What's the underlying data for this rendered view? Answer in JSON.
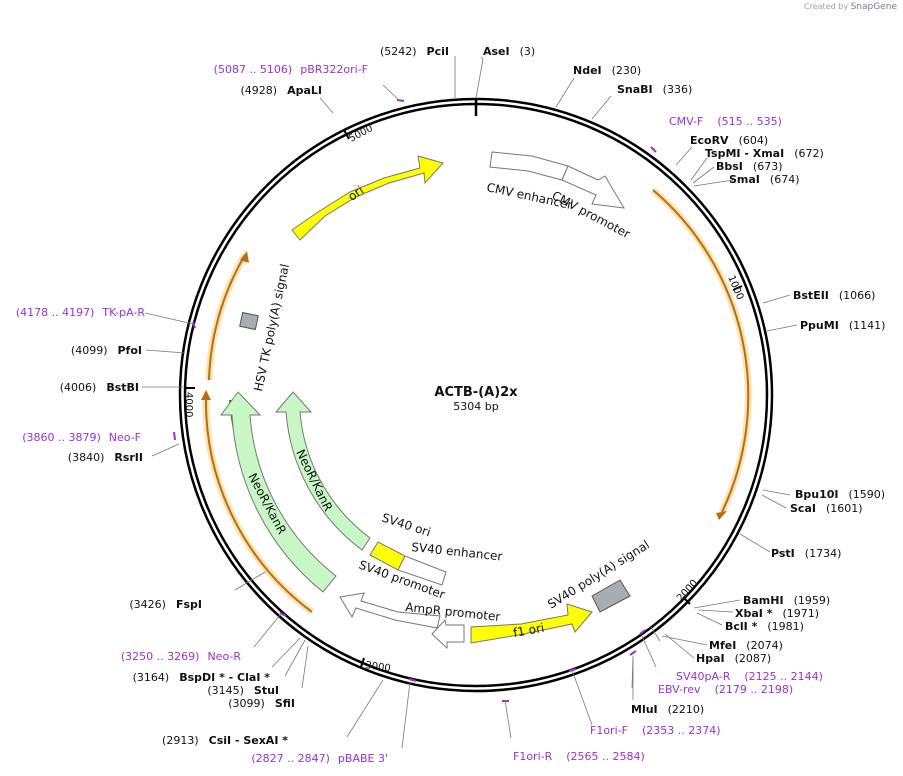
{
  "watermark": {
    "prefix": "Created by",
    "brand": "SnapGene"
  },
  "plasmid": {
    "name": "ACTB-(A)2x",
    "size_label": "5304 bp",
    "length": 5304
  },
  "colors": {
    "primer": "#9b30d0",
    "ori": "#ffff00",
    "marker": "#c8f7c5",
    "promoter": "#ffffff",
    "polyA": "#a8adb4",
    "orf": "#f0a12b"
  },
  "ticks": [
    {
      "label": "1000",
      "pos": 1000
    },
    {
      "label": "2000",
      "pos": 2000
    },
    {
      "label": "3000",
      "pos": 3000
    },
    {
      "label": "4000",
      "pos": 4000
    },
    {
      "label": "5000",
      "pos": 5000
    }
  ],
  "sites": [
    {
      "name": "AseI",
      "pos_label": "(3)",
      "name_first": true
    },
    {
      "name": "PciI",
      "pos_label": "(5242)",
      "name_first": false
    },
    {
      "name": "NdeI",
      "pos_label": "(230)",
      "name_first": true
    },
    {
      "name": "SnaBI",
      "pos_label": "(336)",
      "name_first": true
    },
    {
      "name": "EcoRV",
      "pos_label": "(604)",
      "name_first": true
    },
    {
      "name": "TspMI",
      "name2": "XmaI",
      "pos_label": "(672)",
      "name_first": true
    },
    {
      "name": "BbsI",
      "pos_label": "(673)",
      "name_first": true
    },
    {
      "name": "SmaI",
      "pos_label": "(674)",
      "name_first": true
    },
    {
      "name": "BstEII",
      "pos_label": "(1066)",
      "name_first": true
    },
    {
      "name": "PpuMI",
      "pos_label": "(1141)",
      "name_first": true
    },
    {
      "name": "Bpu10I",
      "pos_label": "(1590)",
      "name_first": true
    },
    {
      "name": "ScaI",
      "pos_label": "(1601)",
      "name_first": true
    },
    {
      "name": "PstI",
      "pos_label": "(1734)",
      "name_first": true
    },
    {
      "name": "BamHI",
      "pos_label": "(1959)",
      "name_first": true
    },
    {
      "name": "XbaI *",
      "pos_label": "(1971)",
      "name_first": true
    },
    {
      "name": "BclI *",
      "pos_label": "(1981)",
      "name_first": true
    },
    {
      "name": "MfeI",
      "pos_label": "(2074)",
      "name_first": true
    },
    {
      "name": "HpaI",
      "pos_label": "(2087)",
      "name_first": true
    },
    {
      "name": "MluI",
      "pos_label": "(2210)",
      "name_first": true
    },
    {
      "name": "CsiI",
      "name2": "SexAI *",
      "pos_label": "(2913)",
      "name_first": false
    },
    {
      "name": "SfiI",
      "pos_label": "(3099)",
      "name_first": false
    },
    {
      "name": "StuI",
      "pos_label": "(3145)",
      "name_first": false
    },
    {
      "name": "BspDI *",
      "name2": "ClaI *",
      "pos_label": "(3164)",
      "name_first": false
    },
    {
      "name": "FspI",
      "pos_label": "(3426)",
      "name_first": false
    },
    {
      "name": "RsrII",
      "pos_label": "(3840)",
      "name_first": false
    },
    {
      "name": "BstBI",
      "pos_label": "(4006)",
      "name_first": false
    },
    {
      "name": "PfoI",
      "pos_label": "(4099)",
      "name_first": false
    },
    {
      "name": "ApaLI",
      "pos_label": "(4928)",
      "name_first": false
    }
  ],
  "primers": [
    {
      "name": "CMV-F",
      "range": "(515 .. 535)",
      "name_first": true
    },
    {
      "name": "SV40pA-R",
      "range": "(2125 .. 2144)",
      "name_first": true
    },
    {
      "name": "EBV-rev",
      "range": "(2179 .. 2198)",
      "name_first": true
    },
    {
      "name": "F1ori-F",
      "range": "(2353 .. 2374)",
      "name_first": true
    },
    {
      "name": "F1ori-R",
      "range": "(2565 .. 2584)",
      "name_first": true
    },
    {
      "name": "pBABE 3'",
      "range": "(2827 .. 2847)",
      "name_first": false
    },
    {
      "name": "Neo-R",
      "range": "(3250 .. 3269)",
      "name_first": false
    },
    {
      "name": "Neo-F",
      "range": "(3860 .. 3879)",
      "name_first": false
    },
    {
      "name": "TK-pA-R",
      "range": "(4178 .. 4197)",
      "name_first": false
    },
    {
      "name": "pBR322ori-F",
      "range": "(5087 .. 5106)",
      "name_first": false
    }
  ],
  "features": [
    {
      "label": "CMV enhancer"
    },
    {
      "label": "CMV promoter"
    },
    {
      "label": "ori"
    },
    {
      "label": "HSV TK poly(A) signal"
    },
    {
      "label": "NeoR/KanR"
    },
    {
      "label": "NeoR/KanR"
    },
    {
      "label": "SV40 ori"
    },
    {
      "label": "SV40 enhancer"
    },
    {
      "label": "SV40 promoter"
    },
    {
      "label": "AmpR promoter"
    },
    {
      "label": "f1 ori"
    },
    {
      "label": "SV40 poly(A) signal"
    }
  ]
}
